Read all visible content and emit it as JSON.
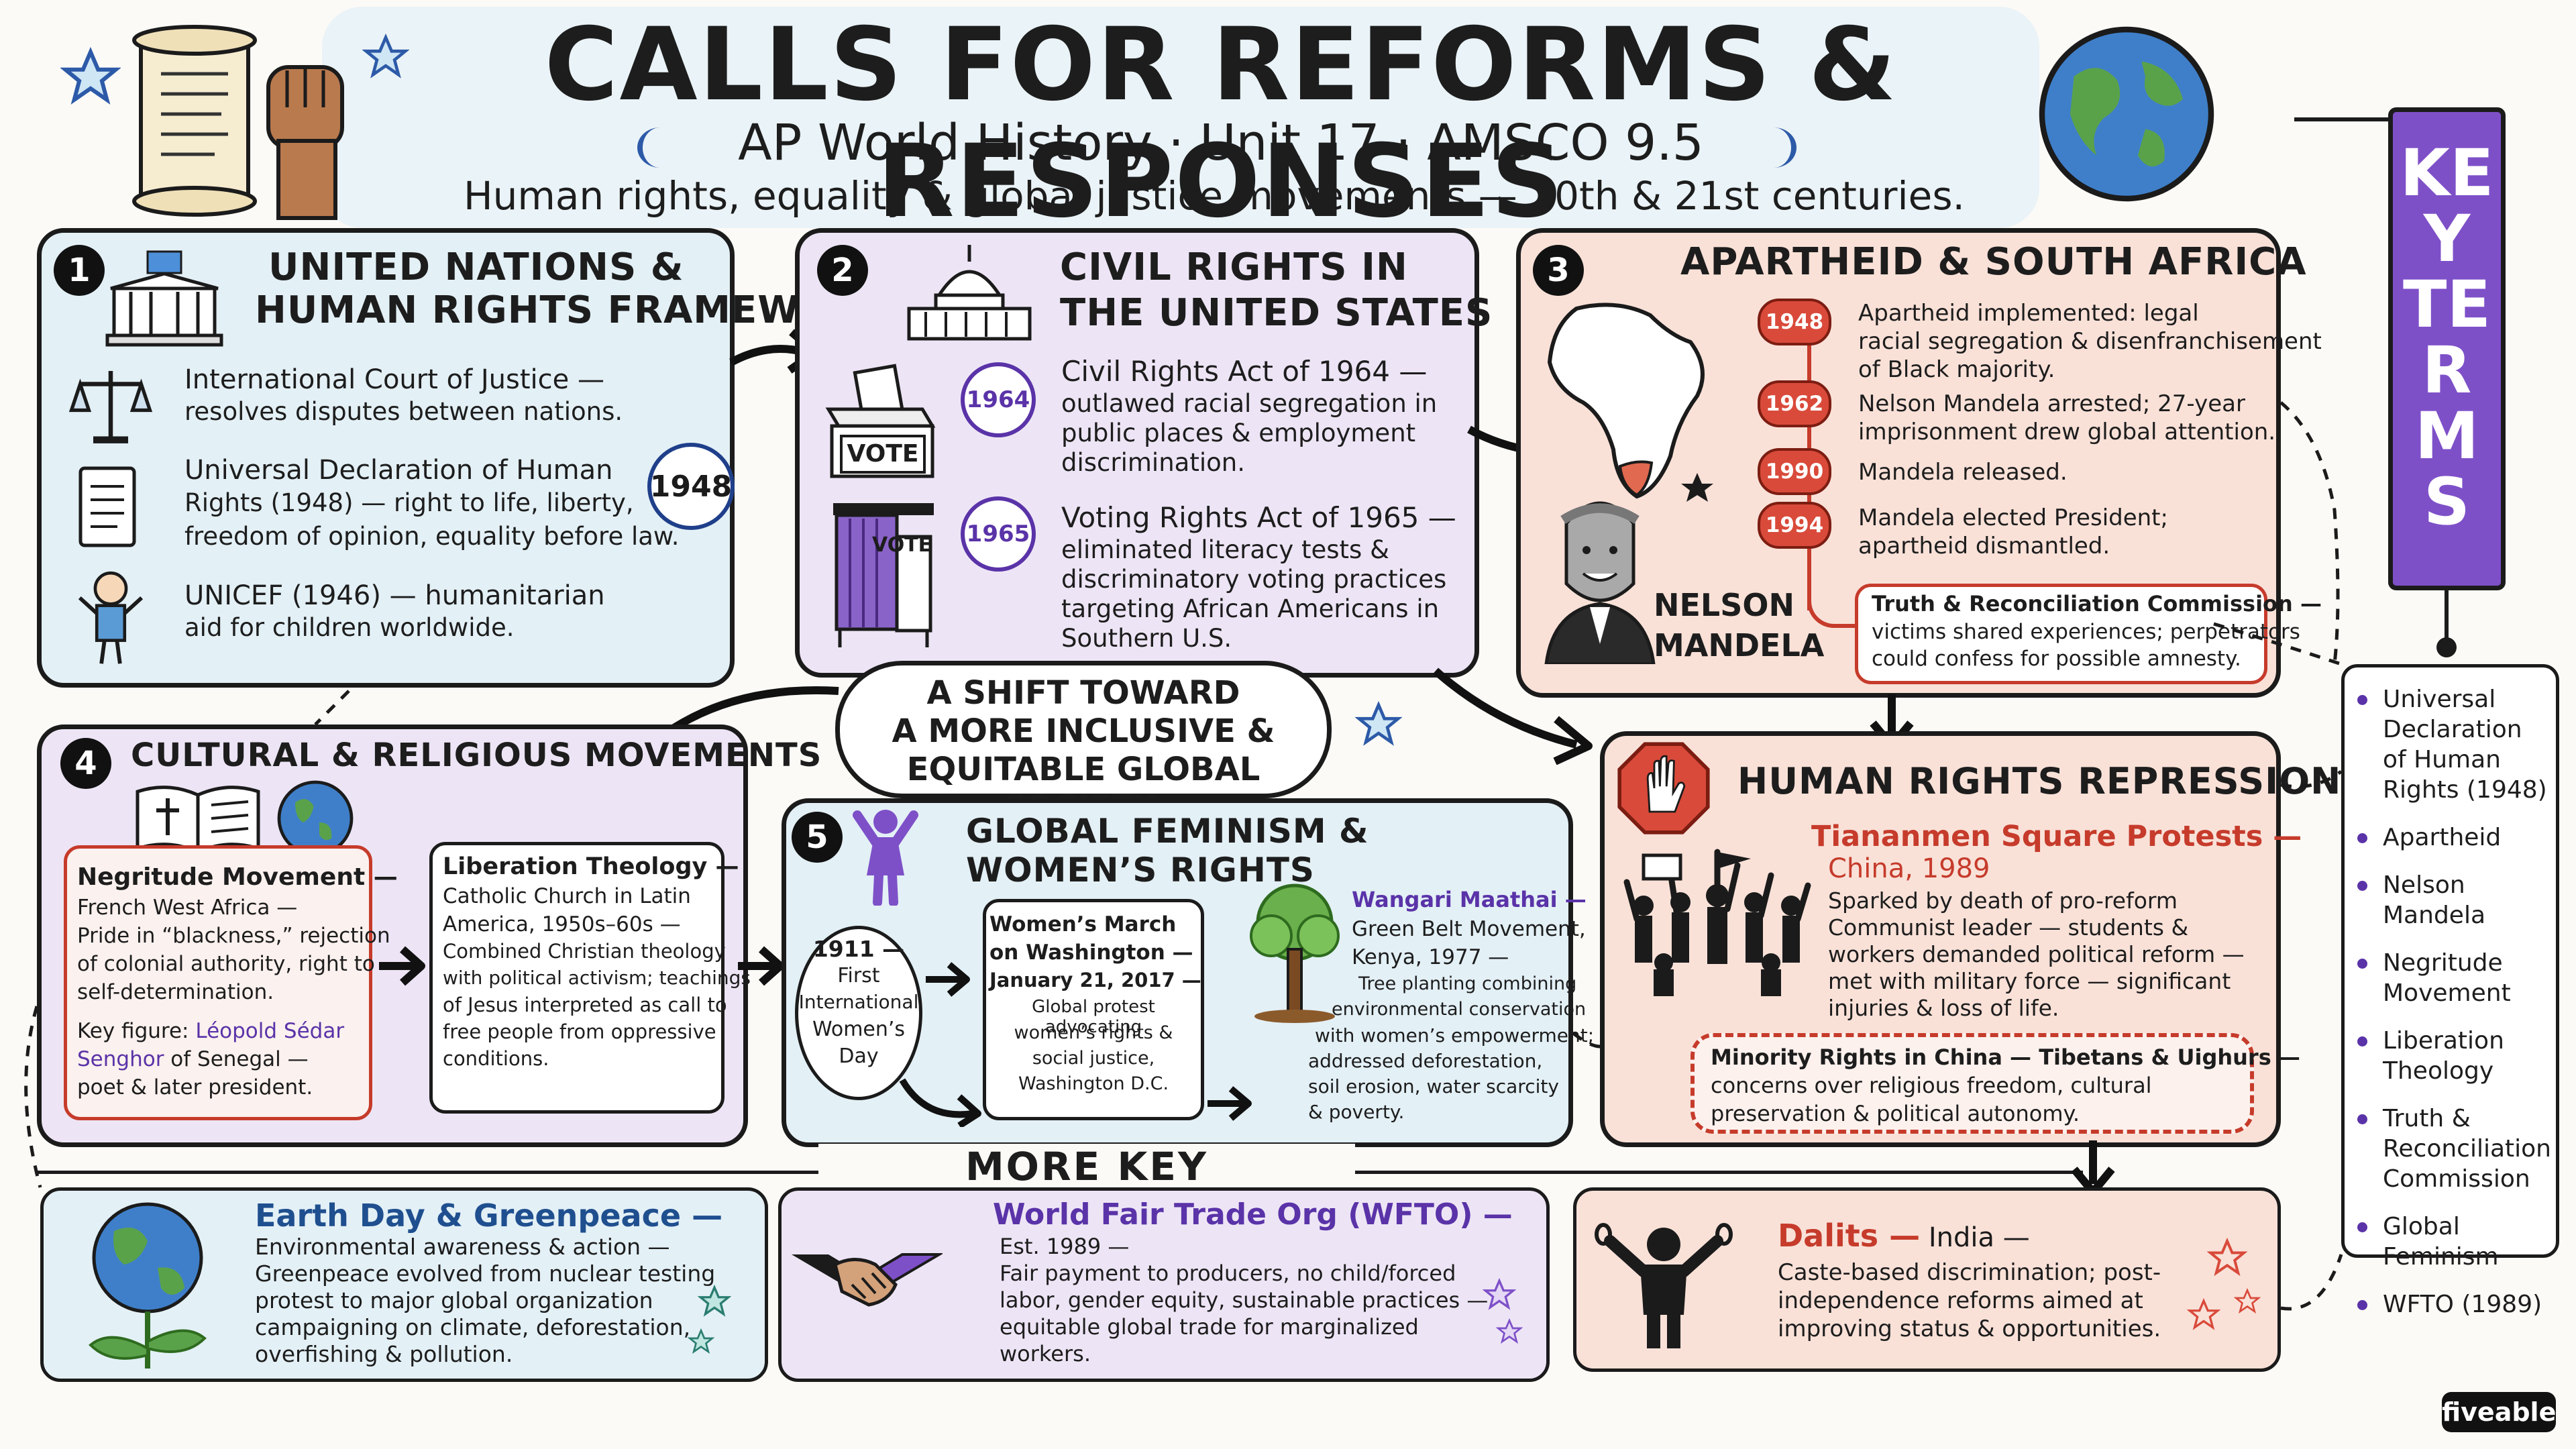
{
  "header": {
    "title": "CALLS FOR REFORMS & RESPONSES",
    "subtitle": "AP World History · Unit 17 · AMSCO 9.5",
    "tagline": "Human rights, equality & global justice movements — 20th & 21st centuries."
  },
  "un_panel": {
    "number": "1",
    "title_line1": "United Nations &",
    "title_line2": "Human Rights Framework",
    "icj_title": "International Court of Justice —",
    "icj_desc": "resolves disputes between nations.",
    "udhr_line1": "Universal Declaration of Human",
    "udhr_line2": "Rights (1948) — right to life, liberty,",
    "udhr_line3": "freedom of opinion, equality before law.",
    "year": "1948",
    "unicef_line1": "UNICEF (1946) — humanitarian",
    "unicef_line2": "aid for children worldwide."
  },
  "civil_panel": {
    "number": "2",
    "title_line1": "Civil Rights in",
    "title_line2": "the United States",
    "vote_box": "VOTE",
    "vote_booth": "VOTE",
    "year1": "1964",
    "act1_title": "Civil Rights Act of 1964 —",
    "act1_l1": "outlawed racial segregation in",
    "act1_l2": "public places & employment",
    "act1_l3": "discrimination.",
    "year2": "1965",
    "act2_title": "Voting Rights Act of 1965 —",
    "act2_l1": "eliminated literacy tests &",
    "act2_l2": "discriminatory voting practices",
    "act2_l3": "targeting African Americans in",
    "act2_l4": "Southern U.S."
  },
  "apartheid_panel": {
    "number": "3",
    "title": "Apartheid & South Africa",
    "portrait_label_1": "NELSON",
    "portrait_label_2": "MANDELA",
    "events": [
      {
        "year": "1948",
        "l1": "Apartheid implemented: legal",
        "l2": "racial segregation & disenfranchisement",
        "l3": "of Black majority."
      },
      {
        "year": "1962",
        "l1": "Nelson Mandela arrested; 27-year",
        "l2": "imprisonment drew global attention.",
        "l3": ""
      },
      {
        "year": "1990",
        "l1": "Mandela released.",
        "l2": "",
        "l3": ""
      },
      {
        "year": "1994",
        "l1": "Mandela elected President;",
        "l2": "apartheid dismantled.",
        "l3": ""
      }
    ],
    "trc_l1": "Truth & Reconciliation Commission —",
    "trc_l2": "victims shared experiences; perpetrators",
    "trc_l3": "could confess for possible amnesty."
  },
  "shift_bubble": {
    "l1": "A SHIFT TOWARD",
    "l2": "A MORE INCLUSIVE &",
    "l3": "EQUITABLE GLOBAL SOCIETY."
  },
  "cultural_panel": {
    "number": "4",
    "title": "Cultural & Religious Movements",
    "negritude_title": "Negritude Movement —",
    "negritude_l1": "French West Africa —",
    "negritude_l2": "Pride in “blackness,” rejection",
    "negritude_l3": "of colonial authority, right to",
    "negritude_l4": "self-determination.",
    "key_label": "Key figure: ",
    "key_name_1": "Léopold Sédar",
    "key_name_2": "Senghor",
    "key_rest_1": " of Senegal —",
    "key_rest_2": "poet & later president.",
    "lib_title": "Liberation Theology —",
    "lib_l1": "Catholic Church in Latin",
    "lib_l2": "America, 1950s–60s —",
    "lib_l3": "Combined Christian theology",
    "lib_l4": "with political activism; teachings",
    "lib_l5": "of Jesus interpreted as call to",
    "lib_l6": "free people from oppressive",
    "lib_l7": "conditions."
  },
  "feminism_panel": {
    "number": "5",
    "title_line1": "Global Feminism &",
    "title_line2": "Women’s Rights",
    "iwd_l1": "1911 —",
    "iwd_l2": "First",
    "iwd_l3": "International",
    "iwd_l4": "Women’s",
    "iwd_l5": "Day",
    "march_l1": "Women’s March",
    "march_l2": "on Washington —",
    "march_l3": "January 21, 2017 —",
    "march_l4": "Global protest advocating",
    "march_l5": "women’s rights &",
    "march_l6": "social justice,",
    "march_l7": "Washington D.C.",
    "maathai_name": "Wangari Maathai —",
    "maathai_l1": "Green Belt Movement,",
    "maathai_l2": "Kenya, 1977 —",
    "maathai_l3": "Tree planting combining",
    "maathai_l4": "environmental conservation",
    "maathai_l5": "with women’s empowerment;",
    "maathai_l6": "addressed deforestation,",
    "maathai_l7": "soil erosion, water scarcity",
    "maathai_l8": "& poverty."
  },
  "repression_panel": {
    "title": "Human Rights Repression",
    "tian_title": "Tiananmen Square Protests —",
    "tian_sub": "China, 1989",
    "tian_l1": "Sparked by death of pro-reform",
    "tian_l2": "Communist leader — students &",
    "tian_l3": "workers demanded political reform —",
    "tian_l4": "met with military force — significant",
    "tian_l5": "injuries & loss of life.",
    "minority_l1": "Minority Rights in China — Tibetans & Uighurs —",
    "minority_l2": "concerns over religious freedom, cultural",
    "minority_l3": "preservation & political autonomy."
  },
  "more_movements": {
    "heading": "MORE KEY MOVEMENTS",
    "earth_title": "Earth Day & Greenpeace —",
    "earth_l1": "Environmental awareness & action —",
    "earth_l2": "Greenpeace evolved from nuclear testing",
    "earth_l3": "protest to major global organization",
    "earth_l4": "campaigning on climate, deforestation,",
    "earth_l5": "overfishing & pollution.",
    "wfto_title": "World Fair Trade Org (WFTO) —",
    "wfto_l1": "Est. 1989 —",
    "wfto_l2": "Fair payment to producers, no child/forced",
    "wfto_l3": "labor, gender equity, sustainable practices —",
    "wfto_l4": "equitable global trade for marginalized",
    "wfto_l5": "workers.",
    "dalits_title": "Dalits —",
    "dalits_place": " India —",
    "dalits_l1": "Caste-based discrimination; post-",
    "dalits_l2": "independence reforms aimed at",
    "dalits_l3": "improving status & opportunities."
  },
  "key_terms": {
    "tab_label": "KEY TERMS",
    "items": [
      "Universal Declaration of Human Rights (1948)",
      "Apartheid",
      "Nelson Mandela",
      "Negritude Movement",
      "Liberation Theology",
      "Truth & Reconciliation Commission",
      "Global Feminism",
      "WFTO (1989)"
    ]
  },
  "brand": {
    "logo": "fiveable"
  },
  "colors": {
    "blue": "#e3f0f6",
    "purple": "#5a33a8",
    "red": "#c63b2b",
    "ink": "#1b1b1b"
  },
  "icons": [
    "scroll-icon",
    "raised-fist-icon",
    "star-icon",
    "globe-icon",
    "un-building-icon",
    "scales-icon",
    "document-icon",
    "child-icon",
    "capitol-icon",
    "ballot-box-icon",
    "voting-booth-icon",
    "africa-map-icon",
    "mandela-portrait-icon",
    "open-book-icon",
    "woman-figure-icon",
    "tree-icon",
    "stop-hand-icon",
    "protest-crowd-icon",
    "earth-plant-icon",
    "handshake-icon",
    "broken-chains-icon"
  ]
}
